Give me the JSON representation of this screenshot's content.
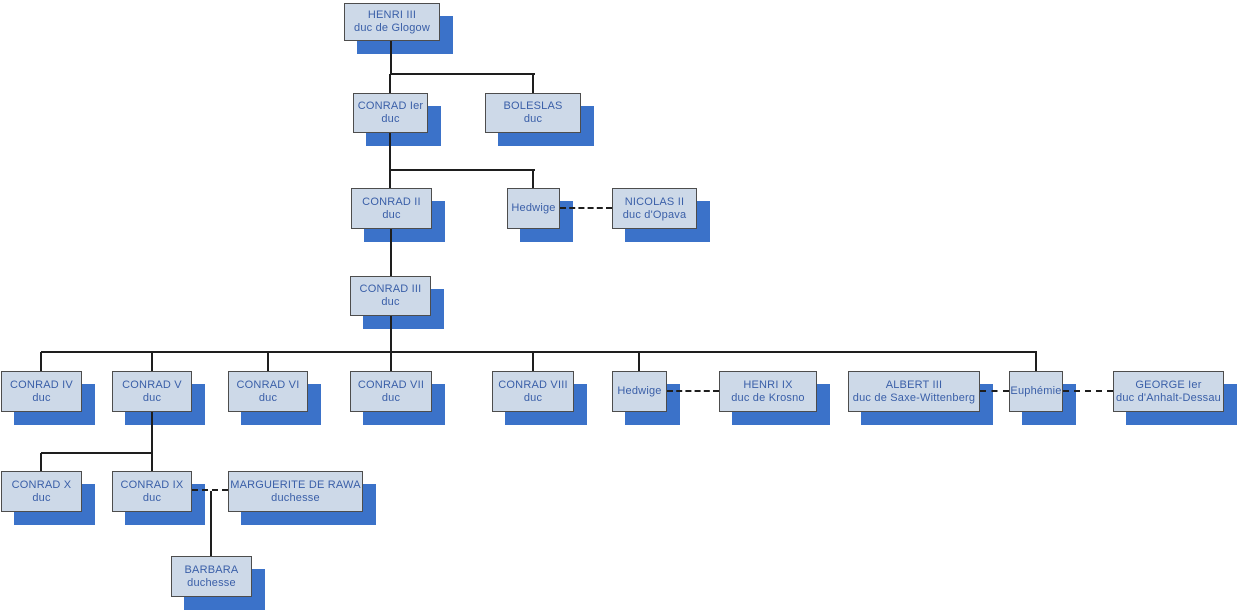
{
  "diagram": {
    "nodes": [
      {
        "id": "henri-iii",
        "name": "HENRI III",
        "title": "duc de Glogow"
      },
      {
        "id": "conrad-1",
        "name": "CONRAD Ier",
        "title": "duc"
      },
      {
        "id": "boleslas",
        "name": "BOLESLAS",
        "title": "duc"
      },
      {
        "id": "conrad-2",
        "name": "CONRAD II",
        "title": "duc"
      },
      {
        "id": "hedwige-1",
        "name": "Hedwige",
        "title": ""
      },
      {
        "id": "nicolas-2",
        "name": "NICOLAS II",
        "title": "duc d'Opava"
      },
      {
        "id": "conrad-3",
        "name": "CONRAD III",
        "title": "duc"
      },
      {
        "id": "conrad-4",
        "name": "CONRAD IV",
        "title": "duc"
      },
      {
        "id": "conrad-5",
        "name": "CONRAD V",
        "title": "duc"
      },
      {
        "id": "conrad-6",
        "name": "CONRAD VI",
        "title": "duc"
      },
      {
        "id": "conrad-7",
        "name": "CONRAD VII",
        "title": "duc"
      },
      {
        "id": "conrad-8",
        "name": "CONRAD VIII",
        "title": "duc"
      },
      {
        "id": "hedwige-2",
        "name": "Hedwige",
        "title": ""
      },
      {
        "id": "henri-9",
        "name": "HENRI IX",
        "title": "duc de Krosno"
      },
      {
        "id": "albert-3",
        "name": "ALBERT III",
        "title": "duc de Saxe-Wittenberg"
      },
      {
        "id": "euphemie",
        "name": "Euphémie",
        "title": ""
      },
      {
        "id": "george-1",
        "name": "GEORGE Ier",
        "title": "duc d'Anhalt-Dessau"
      },
      {
        "id": "conrad-10",
        "name": "CONRAD X",
        "title": "duc"
      },
      {
        "id": "conrad-9",
        "name": "CONRAD IX",
        "title": "duc"
      },
      {
        "id": "marguerite",
        "name": "MARGUERITE DE RAWA",
        "title": "duchesse"
      },
      {
        "id": "barbara",
        "name": "BARBARA",
        "title": "duchesse"
      }
    ]
  },
  "colors": {
    "box_fill": "#cdd9e8",
    "box_border": "#4d4d4d",
    "shadow": "#3b72c9",
    "text": "#3a5fa8",
    "line": "#1e1e1e"
  }
}
